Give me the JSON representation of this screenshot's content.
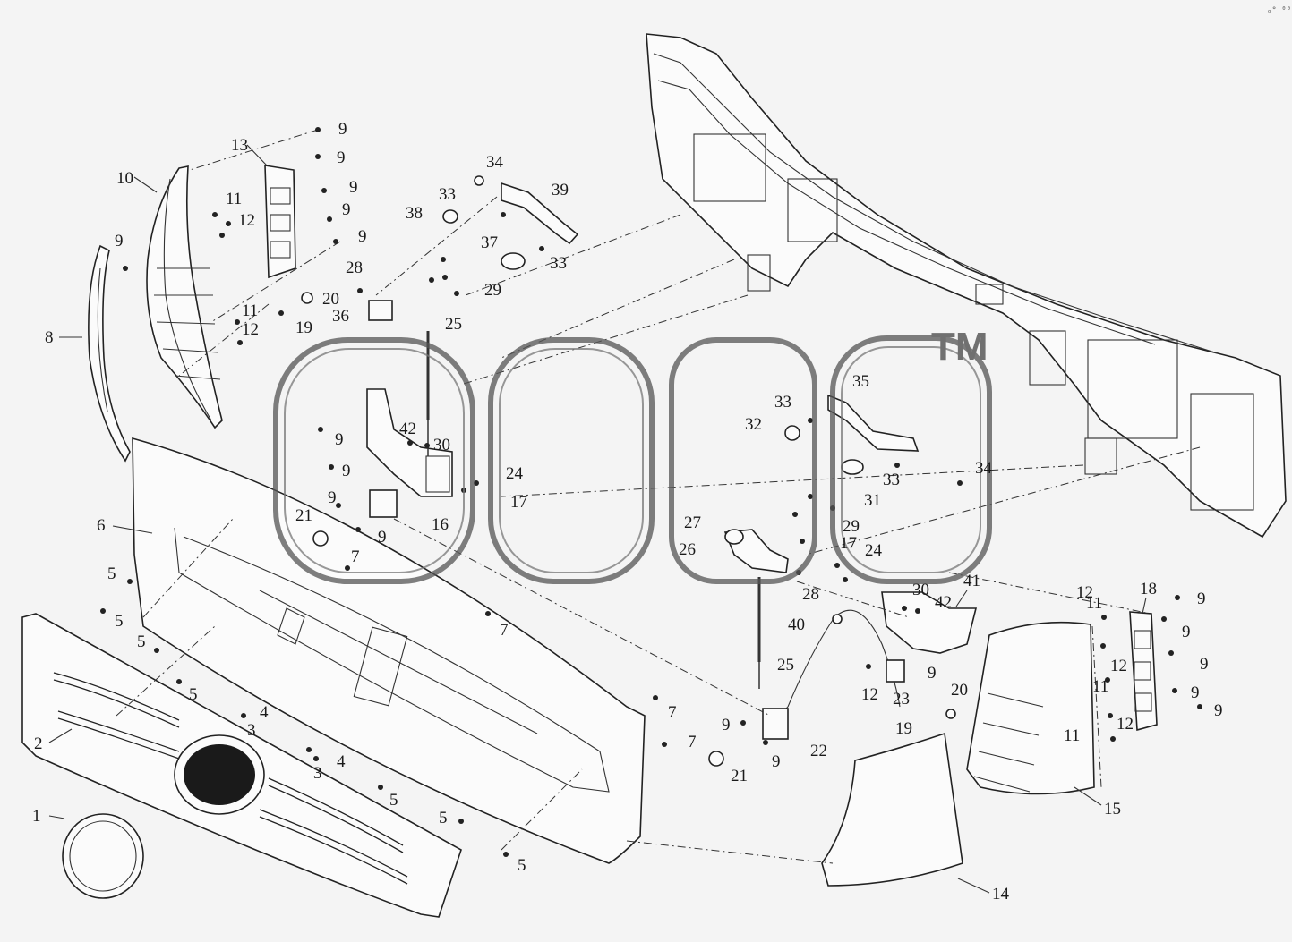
{
  "diagram": {
    "callouts": [
      {
        "id": "c1",
        "text": "1"
      },
      {
        "id": "c2",
        "text": "2"
      },
      {
        "id": "c3a",
        "text": "3"
      },
      {
        "id": "c3b",
        "text": "3"
      },
      {
        "id": "c4a",
        "text": "4"
      },
      {
        "id": "c4b",
        "text": "4"
      },
      {
        "id": "c5a",
        "text": "5"
      },
      {
        "id": "c5b",
        "text": "5"
      },
      {
        "id": "c5c",
        "text": "5"
      },
      {
        "id": "c5d",
        "text": "5"
      },
      {
        "id": "c5e",
        "text": "5"
      },
      {
        "id": "c5f",
        "text": "5"
      },
      {
        "id": "c5g",
        "text": "5"
      },
      {
        "id": "c6",
        "text": "6"
      },
      {
        "id": "c7a",
        "text": "7"
      },
      {
        "id": "c7b",
        "text": "7"
      },
      {
        "id": "c7c",
        "text": "7"
      },
      {
        "id": "c7d",
        "text": "7"
      },
      {
        "id": "c8",
        "text": "8"
      },
      {
        "id": "c9a",
        "text": "9"
      },
      {
        "id": "c9b",
        "text": "9"
      },
      {
        "id": "c9c",
        "text": "9"
      },
      {
        "id": "c9d",
        "text": "9"
      },
      {
        "id": "c9e",
        "text": "9"
      },
      {
        "id": "c9f",
        "text": "9"
      },
      {
        "id": "c9g",
        "text": "9"
      },
      {
        "id": "c9h",
        "text": "9"
      },
      {
        "id": "c9i",
        "text": "9"
      },
      {
        "id": "c9j",
        "text": "9"
      },
      {
        "id": "c9k",
        "text": "9"
      },
      {
        "id": "c9l",
        "text": "9"
      },
      {
        "id": "c9m",
        "text": "9"
      },
      {
        "id": "c9n",
        "text": "9"
      },
      {
        "id": "c9o",
        "text": "9"
      },
      {
        "id": "c9p",
        "text": "9"
      },
      {
        "id": "c9q",
        "text": "9"
      },
      {
        "id": "c9r",
        "text": "9"
      },
      {
        "id": "c10",
        "text": "10"
      },
      {
        "id": "c11a",
        "text": "11"
      },
      {
        "id": "c11b",
        "text": "11"
      },
      {
        "id": "c11c",
        "text": "11"
      },
      {
        "id": "c11d",
        "text": "11"
      },
      {
        "id": "c11e",
        "text": "11"
      },
      {
        "id": "c12a",
        "text": "12"
      },
      {
        "id": "c12b",
        "text": "12"
      },
      {
        "id": "c12c",
        "text": "12"
      },
      {
        "id": "c12d",
        "text": "12"
      },
      {
        "id": "c12e",
        "text": "12"
      },
      {
        "id": "c12f",
        "text": "12"
      },
      {
        "id": "c13",
        "text": "13"
      },
      {
        "id": "c14",
        "text": "14"
      },
      {
        "id": "c15",
        "text": "15"
      },
      {
        "id": "c16",
        "text": "16"
      },
      {
        "id": "c17a",
        "text": "17"
      },
      {
        "id": "c17b",
        "text": "17"
      },
      {
        "id": "c18",
        "text": "18"
      },
      {
        "id": "c19a",
        "text": "19"
      },
      {
        "id": "c19b",
        "text": "19"
      },
      {
        "id": "c20a",
        "text": "20"
      },
      {
        "id": "c20b",
        "text": "20"
      },
      {
        "id": "c21a",
        "text": "21"
      },
      {
        "id": "c21b",
        "text": "21"
      },
      {
        "id": "c22",
        "text": "22"
      },
      {
        "id": "c23",
        "text": "23"
      },
      {
        "id": "c24a",
        "text": "24"
      },
      {
        "id": "c24b",
        "text": "24"
      },
      {
        "id": "c25a",
        "text": "25"
      },
      {
        "id": "c25b",
        "text": "25"
      },
      {
        "id": "c26",
        "text": "26"
      },
      {
        "id": "c27",
        "text": "27"
      },
      {
        "id": "c28a",
        "text": "28"
      },
      {
        "id": "c28b",
        "text": "28"
      },
      {
        "id": "c29a",
        "text": "29"
      },
      {
        "id": "c29b",
        "text": "29"
      },
      {
        "id": "c30a",
        "text": "30"
      },
      {
        "id": "c30b",
        "text": "30"
      },
      {
        "id": "c31",
        "text": "31"
      },
      {
        "id": "c32",
        "text": "32"
      },
      {
        "id": "c33a",
        "text": "33"
      },
      {
        "id": "c33b",
        "text": "33"
      },
      {
        "id": "c33c",
        "text": "33"
      },
      {
        "id": "c33d",
        "text": "33"
      },
      {
        "id": "c34a",
        "text": "34"
      },
      {
        "id": "c34b",
        "text": "34"
      },
      {
        "id": "c35",
        "text": "35"
      },
      {
        "id": "c36",
        "text": "36"
      },
      {
        "id": "c37",
        "text": "37"
      },
      {
        "id": "c38",
        "text": "38"
      },
      {
        "id": "c39",
        "text": "39"
      },
      {
        "id": "c40",
        "text": "40"
      },
      {
        "id": "c41",
        "text": "41"
      },
      {
        "id": "c42a",
        "text": "42"
      },
      {
        "id": "c42b",
        "text": "42"
      }
    ],
    "watermark": {
      "tm": "TM"
    },
    "corner_mark": "ₒ° ⁰⁰⁰"
  }
}
